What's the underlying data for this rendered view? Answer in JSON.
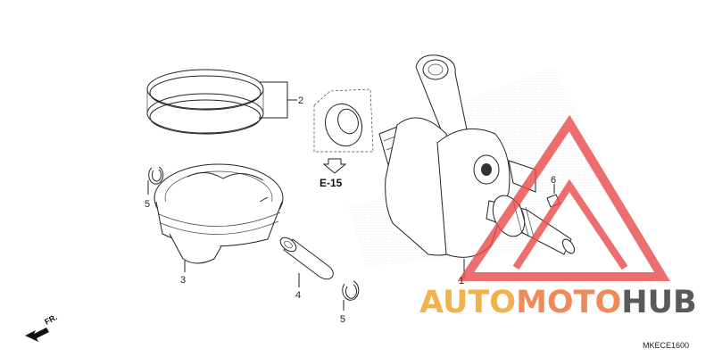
{
  "diagram": {
    "callouts": [
      "1",
      "2",
      "3",
      "4",
      "5",
      "5",
      "6"
    ],
    "reference_label": "E-15",
    "drawing_code": "MKECE1600",
    "direction_label": "FR."
  },
  "watermark": {
    "word_parts": [
      "AUTO",
      "MOTO",
      "HUB"
    ],
    "colors": {
      "auto": "#f2b14a",
      "moto": "#f08a5b",
      "hub": "#5a5a5a",
      "triangle": "#e84a4a"
    }
  },
  "icons": [
    "front-direction-arrow-icon",
    "reference-arrow-icon",
    "triangle-logo-icon"
  ]
}
